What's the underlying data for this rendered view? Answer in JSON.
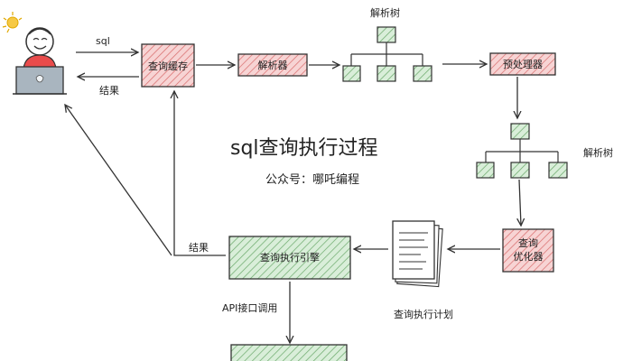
{
  "title": "sql查询执行过程",
  "subtitle": "公众号：哪吒编程",
  "edge_labels": {
    "sql": "sql",
    "result_top": "结果",
    "result_bottom": "结果",
    "api_call": "API接口调用",
    "plan": "查询执行计划",
    "tree_top": "解析树",
    "tree_right": "解析树"
  },
  "boxes": {
    "cache": "查询缓存",
    "parser": "解析器",
    "preprocessor": "预处理器",
    "optimizer_line1": "查询",
    "optimizer_line2": "优化器",
    "engine": "查询执行引擎"
  },
  "colors": {
    "red_fill": "#f4c7c7",
    "red_hatch": "#d86a6a",
    "green_fill": "#cfe8cf",
    "green_hatch": "#6aa86a",
    "stroke": "#333333"
  }
}
